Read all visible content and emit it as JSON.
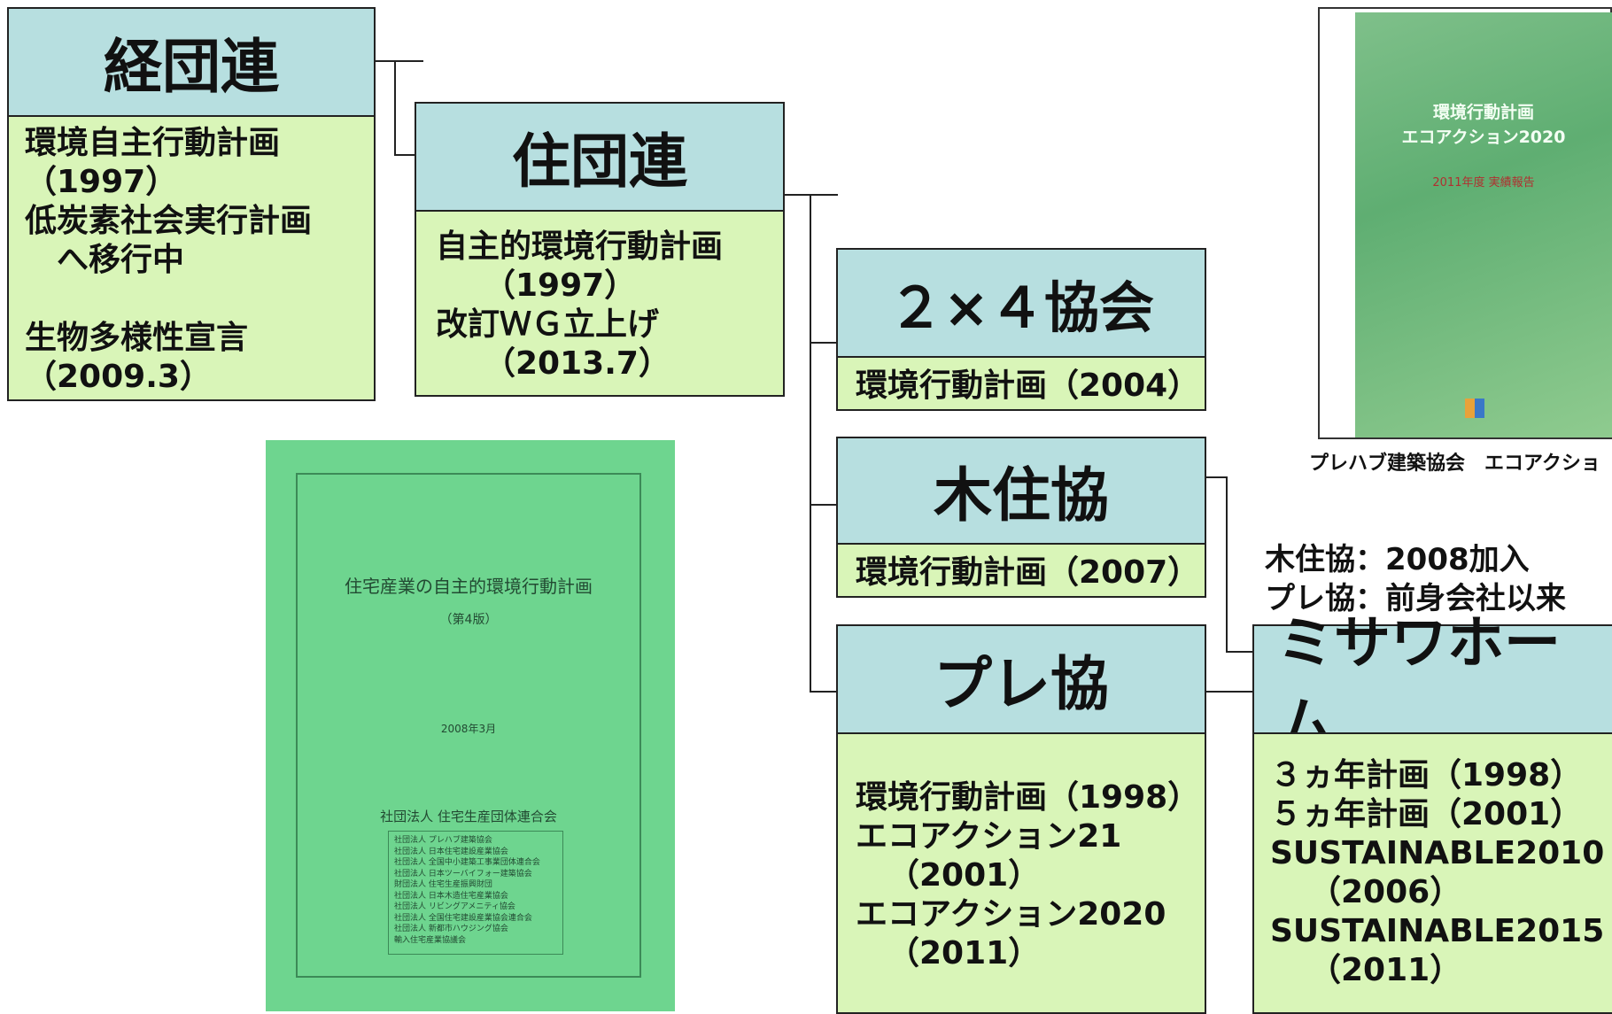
{
  "nodes": {
    "keidanren": {
      "title": "経団連",
      "lines": [
        "環境自主行動計画",
        "（1997）",
        "低炭素社会実行計画",
        "　へ移行中",
        "",
        "生物多様性宣言",
        "（2009.3）"
      ]
    },
    "judanren": {
      "title": "住団連",
      "lines": [
        "自主的環境行動計画",
        "　　（1997）",
        "改訂ＷＧ立上げ",
        "　　（2013.7）"
      ]
    },
    "two_by_four": {
      "title": "２×４協会",
      "lines": [
        "環境行動計画（2004）"
      ]
    },
    "mokujukyo": {
      "title": "木住協",
      "lines": [
        "環境行動計画（2007）"
      ]
    },
    "prekyo": {
      "title": "プレ協",
      "lines": [
        "環境行動計画（1998）",
        "エコアクション21",
        "　（2001）",
        "エコアクション2020",
        "　（2011）"
      ]
    },
    "misawa": {
      "title": "ミサワホーム",
      "lines": [
        "３ヵ年計画（1998）",
        "５ヵ年計画（2001）",
        "SUSTAINABLE2010",
        "　（2006）",
        "SUSTAINABLE2015",
        "　（2011）"
      ]
    }
  },
  "membership_note": [
    "木住協：2008加入",
    "プレ協：前身会社以来"
  ],
  "cover_judanren": {
    "title": "住宅産業の自主的環境行動計画",
    "edition": "（第4版）",
    "date": "2008年3月",
    "publisher": "社団法人 住宅生産団体連合会",
    "members": [
      "社団法人 プレハブ建築協会",
      "社団法人 日本住宅建設産業協会",
      "社団法人 全国中小建築工事業団体連合会",
      "社団法人 日本ツーバイフォー建築協会",
      "財団法人 住宅生産振興財団",
      "社団法人 日本木造住宅産業協会",
      "社団法人 リビングアメニティ協会",
      "社団法人 全国住宅建設産業協会連合会",
      "社団法人 新都市ハウジング協会",
      "輸入住宅産業協議会"
    ]
  },
  "cover_prekyo": {
    "title_line1": "環境行動計画",
    "title_line2": "エコアクション2020",
    "subtitle": "2011年度 実績報告"
  },
  "cover_prekyo_caption": "プレハブ建築協会　エコアクショ",
  "colors": {
    "header_fill": "#b7dfe0",
    "body_fill": "#d9f5b8",
    "cover_green": "#6ed58f"
  }
}
